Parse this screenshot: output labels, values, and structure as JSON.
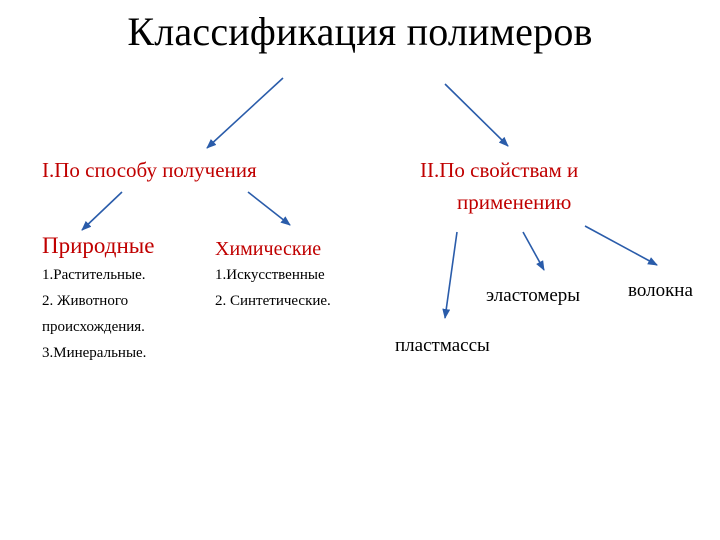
{
  "title": "Классификация полимеров",
  "branch_production": {
    "label": "I.По способу получения",
    "natural": {
      "heading": "Природные",
      "items": [
        "1.Растительные.",
        "2. Животного",
        "происхождения.",
        "3.Минеральные."
      ]
    },
    "chemical": {
      "heading": "Химические",
      "items": [
        "1.Искусственные",
        "2. Синтетические."
      ]
    }
  },
  "branch_properties": {
    "label_line1": "II.По свойствам и",
    "label_line2": "применению",
    "leaves": {
      "plastics": "пластмассы",
      "elastomers": "эластомеры",
      "fibers": "волокна"
    }
  },
  "colors": {
    "heading_red": "#c00000",
    "arrow_blue": "#2a5caa",
    "text": "#000000"
  }
}
